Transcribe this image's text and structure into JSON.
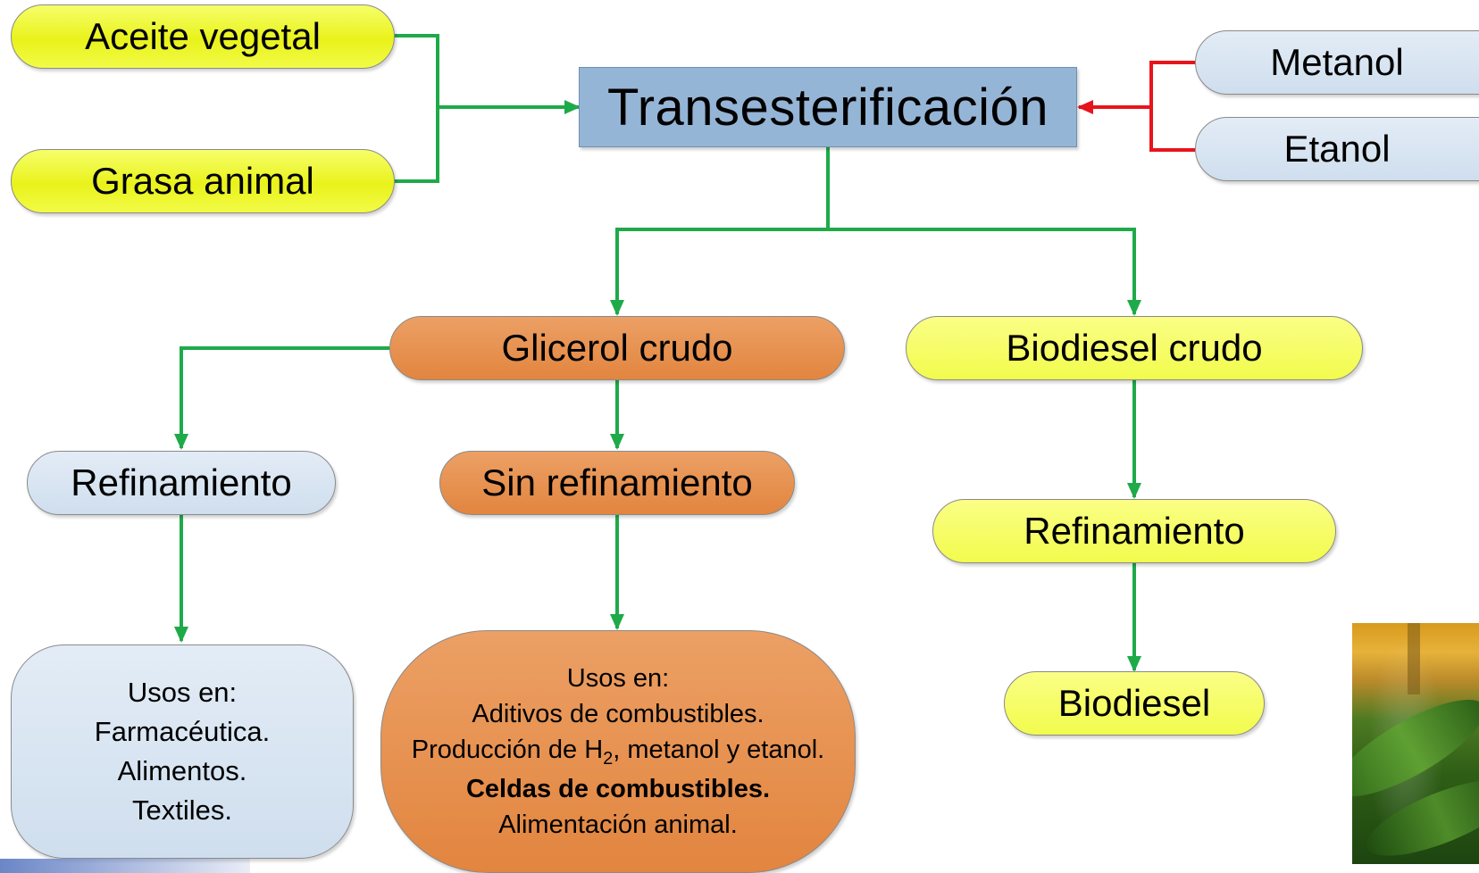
{
  "diagram": {
    "center": "Transesterificación",
    "inputs_left": [
      "Aceite vegetal",
      "Grasa animal"
    ],
    "inputs_right": [
      "Metanol",
      "Etanol"
    ],
    "glicerol": "Glicerol crudo",
    "biodiesel_crudo": "Biodiesel crudo",
    "refinamiento_glicerol": "Refinamiento",
    "sin_refinamiento": "Sin refinamiento",
    "refinamiento_biodiesel": "Refinamiento",
    "biodiesel": "Biodiesel",
    "usos_refinado": [
      "Usos en:",
      "Farmacéutica.",
      "Alimentos.",
      "Textiles."
    ],
    "usos_sin_refinar": {
      "line1": "Usos en:",
      "line2": "Aditivos de combustibles.",
      "line3_prefix": "Producción de H",
      "line3_sub": "2",
      "line3_suffix": ", metanol y etanol.",
      "line4": "Celdas de combustibles.",
      "line5": "Alimentación animal."
    }
  },
  "colors": {
    "flow_arrow": "#1faa4a",
    "alcohol_arrow": "#e8141b",
    "center_box": "#95b5d6",
    "yellow_node": "#eef52b",
    "orange_node": "#e58a45",
    "light_blue_node": "#d6e3f1"
  },
  "icons": {
    "photo": "plant-leaves-photo"
  }
}
